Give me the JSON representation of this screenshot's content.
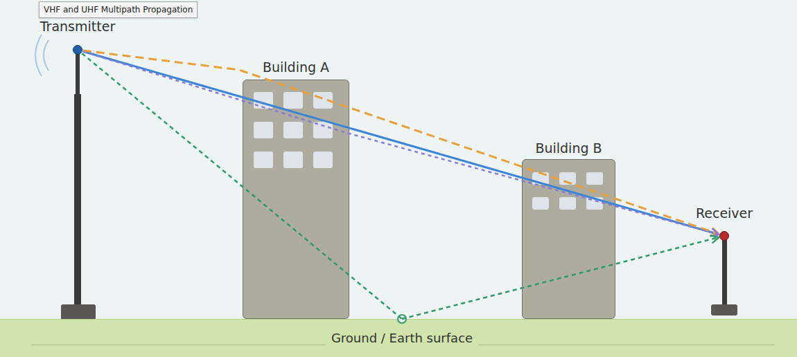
{
  "diagram": {
    "title": "VHF and UHF Multipath Propagation",
    "nodes": [
      {
        "text": [
          "Transmitter"
        ]
      },
      {
        "text": [
          "Building A"
        ]
      },
      {
        "text": [
          "Building B"
        ]
      },
      {
        "text": [
          "Receiver"
        ]
      },
      {
        "text": [
          "Ground / Earth surface"
        ]
      }
    ],
    "edges": [
      {
        "from": 0,
        "to": 3,
        "arrow": "to"
      },
      {
        "from": 0,
        "to": 3,
        "arrow": "to"
      },
      {
        "from": 0,
        "to": 3,
        "arrow": "to"
      },
      {
        "from": 0,
        "to": 4,
        "arrow": "none"
      },
      {
        "from": 4,
        "to": 3,
        "arrow": "to"
      }
    ]
  }
}
